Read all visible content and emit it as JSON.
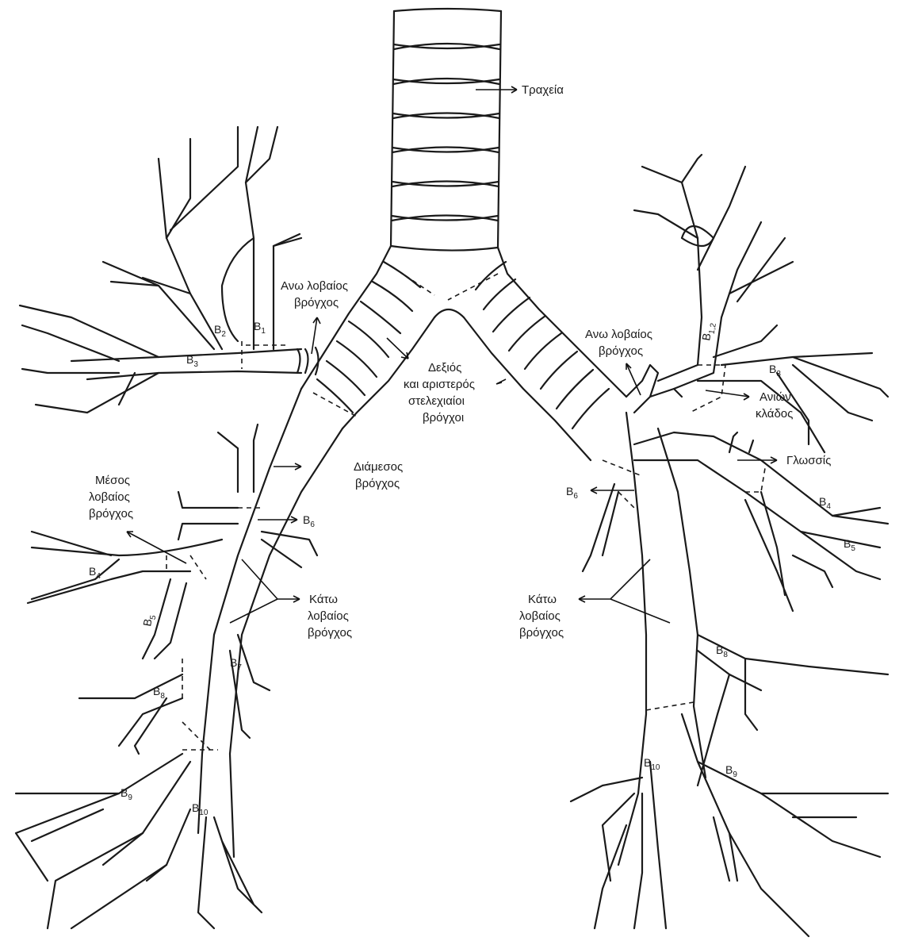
{
  "labels": {
    "trachea": "Τραχεία",
    "right_upper_lobe_bronchus": [
      "Ανω λοβαίος",
      "βρόγχος"
    ],
    "main_bronchi": [
      "Δεξιός",
      "και αριστερός",
      "στελεχιαίοι",
      "βρόγχοι"
    ],
    "left_upper_lobe_bronchus": [
      "Ανω λοβαίος",
      "βρόγχος"
    ],
    "ascending_branch": [
      "Ανιών",
      "κλάδος"
    ],
    "lingula": "Γλωσσίς",
    "intermediate_bronchus": [
      "Διάμεσος",
      "βρόγχος"
    ],
    "middle_lobe_bronchus": [
      "Μέσος",
      "λοβαίος",
      "βρόγχος"
    ],
    "right_lower_lobe_bronchus": [
      "Κάτω",
      "λοβαίος",
      "βρόγχος"
    ],
    "left_lower_lobe_bronchus": [
      "Κάτω",
      "λοβαίος",
      "βρόγχος"
    ]
  },
  "segments_right": {
    "b1": {
      "base": "B",
      "sub": "1"
    },
    "b2": {
      "base": "B",
      "sub": "2"
    },
    "b3": {
      "base": "B",
      "sub": "3"
    },
    "b4": {
      "base": "B",
      "sub": "4"
    },
    "b5": {
      "base": "B",
      "sub": "5"
    },
    "b6": {
      "base": "B",
      "sub": "6"
    },
    "b7": {
      "base": "B",
      "sub": "7"
    },
    "b8": {
      "base": "B",
      "sub": "8"
    },
    "b9": {
      "base": "B",
      "sub": "9"
    },
    "b10": {
      "base": "B",
      "sub": "10"
    }
  },
  "segments_left": {
    "b12": {
      "base": "B",
      "sub": "1,2"
    },
    "b3": {
      "base": "B",
      "sub": "3"
    },
    "b4": {
      "base": "B",
      "sub": "4"
    },
    "b5": {
      "base": "B",
      "sub": "5"
    },
    "b6": {
      "base": "B",
      "sub": "6"
    },
    "b8": {
      "base": "B",
      "sub": "8"
    },
    "b9": {
      "base": "B",
      "sub": "9"
    },
    "b10": {
      "base": "B",
      "sub": "10"
    }
  }
}
